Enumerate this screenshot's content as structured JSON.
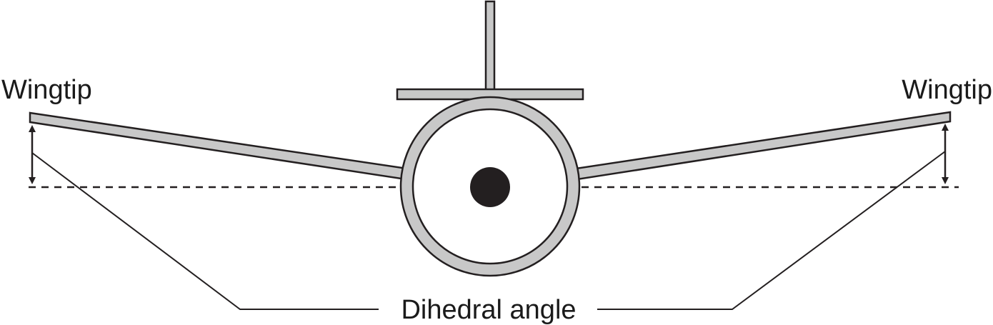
{
  "labels": {
    "wingtip_left": "Wingtip",
    "wingtip_right": "Wingtip",
    "dihedral_angle": "Dihedral angle"
  },
  "colors": {
    "structure_fill": "#c8c8c8",
    "outline": "#231f20",
    "background": "#ffffff"
  }
}
